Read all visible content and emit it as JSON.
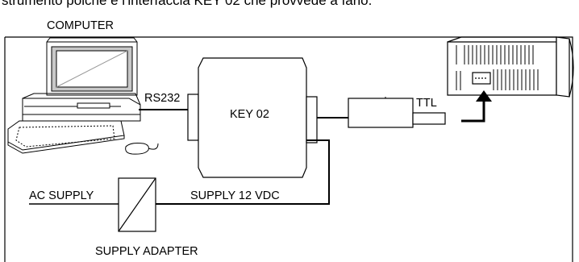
{
  "header_fragment": "strumento poiché è l'interfaccia KEY 02 che provvede a farlo.",
  "labels": {
    "computer": "COMPUTER",
    "rs232": "RS232",
    "key": "KEY 02",
    "ttl": "TTL",
    "ac_supply": "AC SUPPLY",
    "supply_dc": "SUPPLY 12 VDC",
    "adapter": "SUPPLY ADAPTER"
  },
  "colors": {
    "line": "#000000",
    "fill": "#ffffff",
    "screen": "#c8c8c8"
  }
}
